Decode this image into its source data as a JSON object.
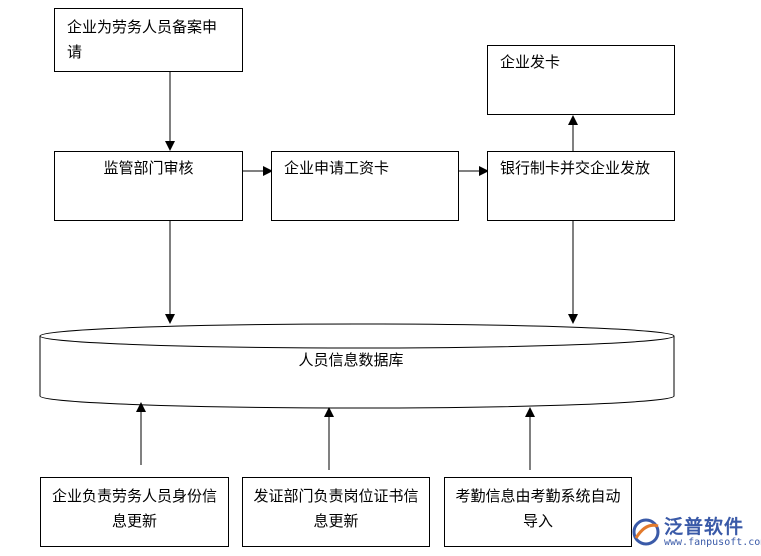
{
  "nodes": {
    "apply_record": "企业为劳务人员备案申请",
    "supervisor_review": "监管部门审核",
    "apply_salary_card": "企业申请工资卡",
    "bank_issue": "银行制卡并交企业发放",
    "enterprise_issue": "企业发卡",
    "database": "人员信息数据库",
    "identity_update": "企业负责劳务人员身份信息更新",
    "cert_update": "发证部门负责岗位证书信息更新",
    "attendance_import": "考勤信息由考勤系统自动导入"
  },
  "watermark": {
    "brand": "泛普软件",
    "url": "www.fanpusoft.com"
  }
}
